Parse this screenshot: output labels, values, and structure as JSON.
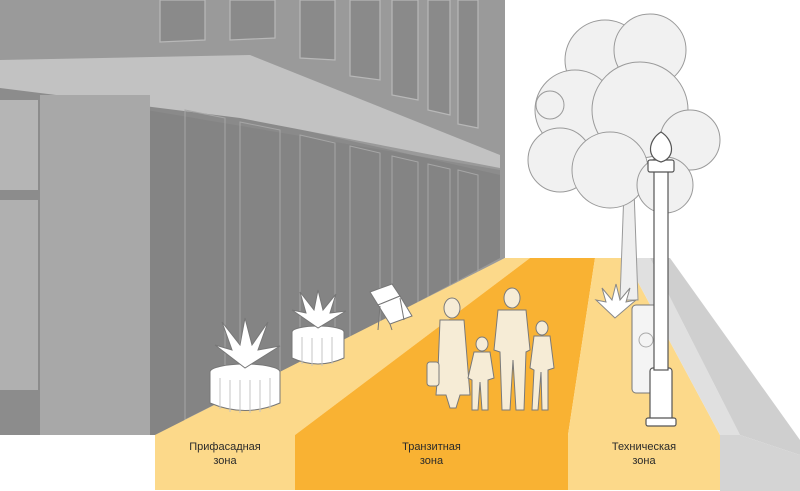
{
  "zones": [
    {
      "line1": "Прифасадная",
      "line2": "зона",
      "color": "#fcd98a"
    },
    {
      "line1": "Транзитная",
      "line2": "зона",
      "color": "#f9b233"
    },
    {
      "line1": "Техническая",
      "line2": "зона",
      "color": "#fcd98a"
    }
  ],
  "colors": {
    "building": "#9a9a9a",
    "building_dark": "#7d7d7d",
    "window": "#8a8a8a",
    "curb": "#d4d4d4",
    "figures": "#f6ecd6",
    "tree": "#f1f1f1",
    "outline": "#7a7a7a"
  }
}
